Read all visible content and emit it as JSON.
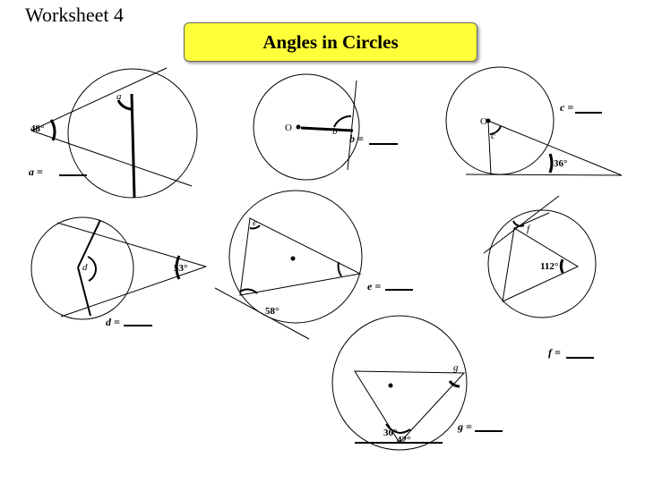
{
  "header": {
    "worksheet_label": "Worksheet 4",
    "title": "Angles in Circles"
  },
  "problems": {
    "a": {
      "angle_label": "a",
      "given": "48°",
      "answer_prompt": "a ="
    },
    "b": {
      "angle_label": "b",
      "center_label": "O",
      "answer_prompt": "b  ="
    },
    "c": {
      "angle_label": "c",
      "center_label": "O",
      "given": "36°",
      "answer_prompt": "c ="
    },
    "d": {
      "angle_label": "d",
      "given": "53°",
      "answer_prompt": "d ="
    },
    "e": {
      "angle_label": "e",
      "given": "58°",
      "answer_prompt": "e ="
    },
    "f": {
      "angle_label": "f",
      "given": "112°",
      "answer_prompt": "f ="
    },
    "g": {
      "angle_label": "g",
      "given_1": "36°",
      "given_2": "42°",
      "answer_prompt": "g ="
    }
  }
}
